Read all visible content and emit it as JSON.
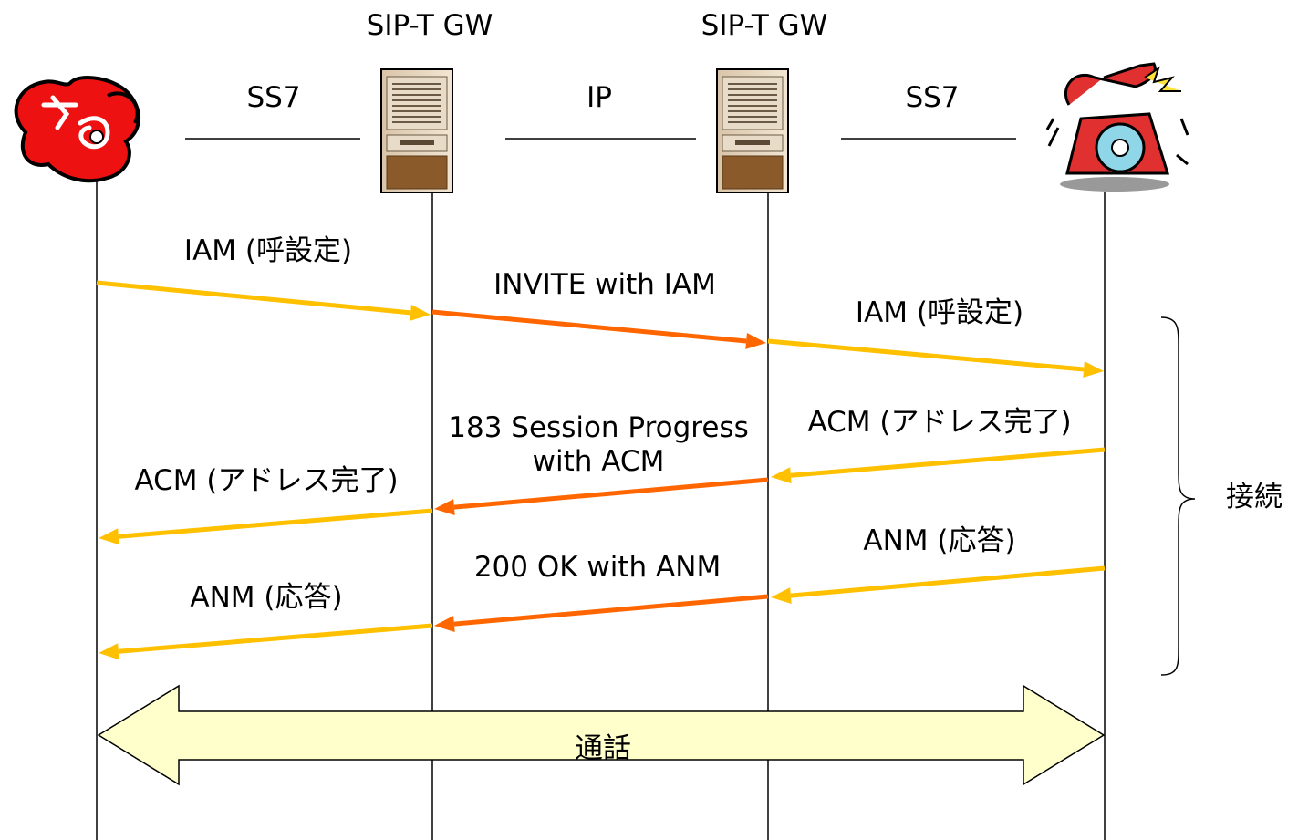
{
  "header": {
    "gateway_left": "SIP-T GW",
    "gateway_right": "SIP-T GW"
  },
  "segments": {
    "left": "SS7",
    "middle": "IP",
    "right": "SS7"
  },
  "messages": [
    {
      "label": "IAM (呼設定)",
      "from": "caller",
      "to": "gw1",
      "color": "#FFC000"
    },
    {
      "label": "INVITE with IAM",
      "from": "gw1",
      "to": "gw2",
      "color": "#FF6600"
    },
    {
      "label": "IAM (呼設定)",
      "from": "gw2",
      "to": "callee",
      "color": "#FFC000"
    },
    {
      "label": "ACM (アドレス完了)",
      "from": "callee",
      "to": "gw2",
      "color": "#FFC000"
    },
    {
      "label_lines": [
        "183 Session Progress",
        "with ACM"
      ],
      "from": "gw2",
      "to": "gw1",
      "color": "#FF6600"
    },
    {
      "label": "ACM (アドレス完了)",
      "from": "gw1",
      "to": "caller",
      "color": "#FFC000"
    },
    {
      "label": "ANM (応答)",
      "from": "callee",
      "to": "gw2",
      "color": "#FFC000"
    },
    {
      "label": "200 OK with ANM",
      "from": "gw2",
      "to": "gw1",
      "color": "#FF6600"
    },
    {
      "label": "ANM (応答)",
      "from": "gw1",
      "to": "caller",
      "color": "#FFC000"
    }
  ],
  "brace_label": "接続",
  "call_label": "通話",
  "icons": {
    "caller": "red-rotary-phone-icon",
    "gw1": "server-tower-icon",
    "gw2": "server-tower-icon",
    "callee": "ringing-phone-icon"
  },
  "colors": {
    "ss7_arrow": "#FFC000",
    "ip_arrow": "#FF6600",
    "call_band": "#FFFFCC"
  }
}
